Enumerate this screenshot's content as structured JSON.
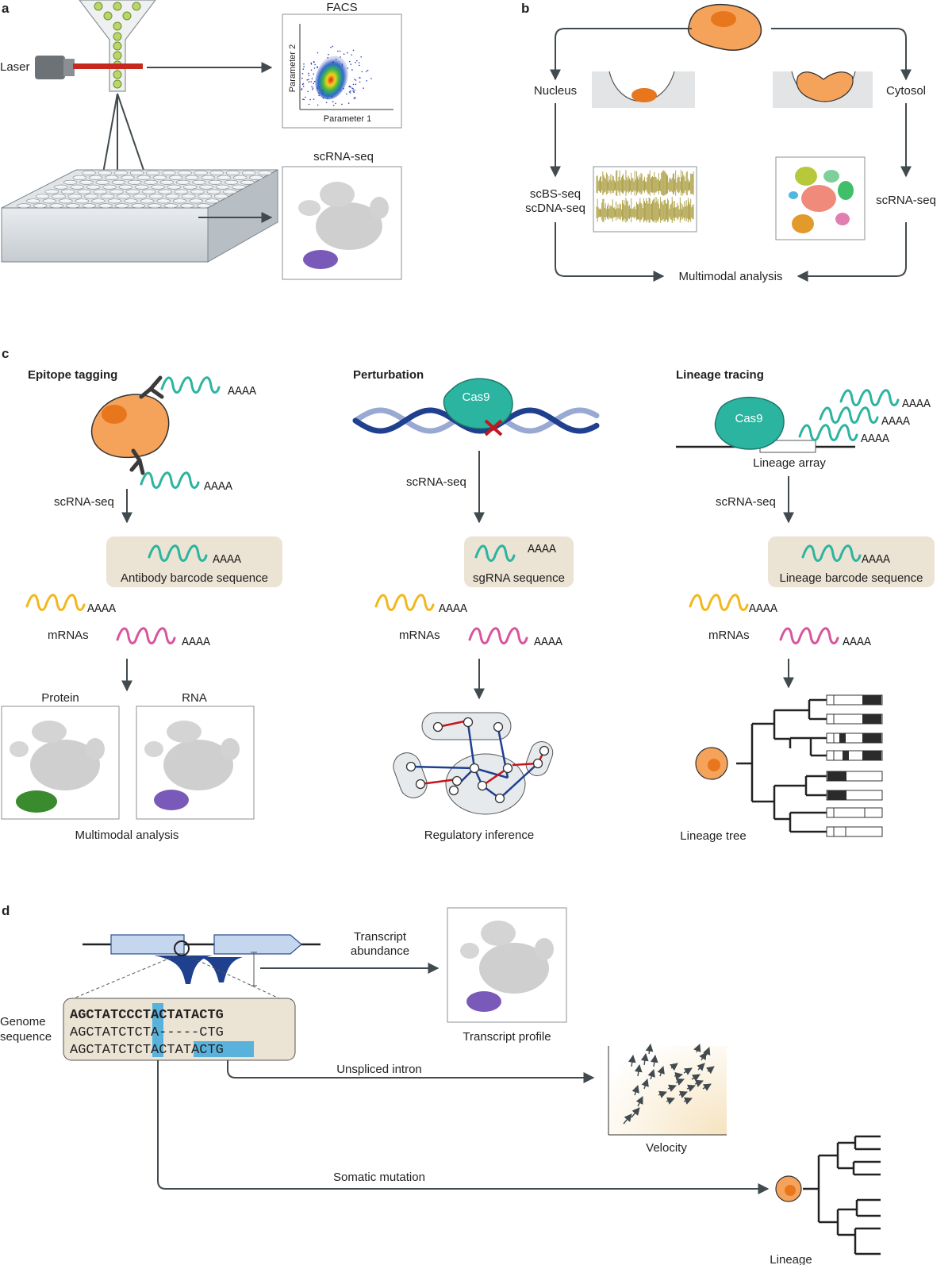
{
  "colors": {
    "arrow": "#414a4e",
    "cell": "#f5a35b",
    "nucleus": "#e8761d",
    "teal": "#2bb4a0",
    "yellow": "#f3b71d",
    "pink": "#d9559b",
    "box_beige": "#ebe3d3",
    "highlight": "#58b2dc",
    "dna_dark": "#1f3f8f",
    "dna_light": "#9aa9d2",
    "cut": "#c4161c",
    "tsne_grey": "#c8c8c8",
    "tsne_purple": "#7a5ab8",
    "tsne_green": "#3a8a2e"
  },
  "panel_a": {
    "label": "a",
    "laser": "Laser",
    "facs_title": "FACS",
    "facs_xlabel": "Parameter 1",
    "facs_ylabel": "Parameter 2",
    "scrna_title": "scRNA-seq"
  },
  "panel_b": {
    "label": "b",
    "nucleus": "Nucleus",
    "cytosol": "Cytosol",
    "scbs": "scBS-seq",
    "scdna": "scDNA-seq",
    "scrna": "scRNA-seq",
    "multimodal": "Multimodal analysis"
  },
  "panel_c": {
    "label": "c",
    "epitope": {
      "title": "Epitope tagging",
      "polya": "AAAA",
      "step": "scRNA-seq",
      "box": "Antibody barcode sequence",
      "mrnas": "mRNAs",
      "protein": "Protein",
      "rna": "RNA",
      "result": "Multimodal analysis"
    },
    "perturbation": {
      "title": "Perturbation",
      "cas9": "Cas9",
      "polya": "AAAA",
      "step": "scRNA-seq",
      "box": "sgRNA sequence",
      "mrnas": "mRNAs",
      "result": "Regulatory inference"
    },
    "lineage": {
      "title": "Lineage tracing",
      "cas9": "Cas9",
      "polya": "AAAA",
      "array": "Lineage array",
      "step": "scRNA-seq",
      "box": "Lineage barcode sequence",
      "mrnas": "mRNAs",
      "result": "Lineage tree"
    }
  },
  "panel_d": {
    "label": "d",
    "transcript_abundance_1": "Transcript",
    "transcript_abundance_2": "abundance",
    "transcript_profile": "Transcript profile",
    "genome_1": "Genome",
    "genome_2": "sequence",
    "seq_ref_a": "AGCTATC",
    "seq_ref_b": "C",
    "seq_ref_c": "CTACTATACTG",
    "seq2_a": "AGCTATC",
    "seq2_b": "T",
    "seq2_c": "CTA-----CTG",
    "seq3_a": "AGCTATC",
    "seq3_b": "T",
    "seq3_c": "CTA",
    "seq3_d": "CTATA",
    "seq3_e": "CTG",
    "unspliced": "Unspliced intron",
    "velocity": "Velocity",
    "somatic": "Somatic mutation",
    "lineage": "Lineage"
  }
}
